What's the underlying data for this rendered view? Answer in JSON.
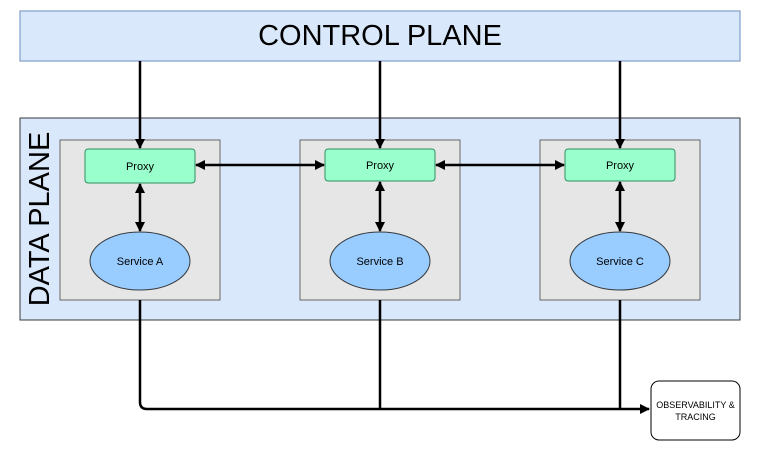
{
  "control_plane": {
    "label": "CONTROL PLANE"
  },
  "data_plane": {
    "label": "DATA PLANE"
  },
  "nodes": [
    {
      "proxy_label": "Proxy",
      "service_label": "Service A"
    },
    {
      "proxy_label": "Proxy",
      "service_label": "Service B"
    },
    {
      "proxy_label": "Proxy",
      "service_label": "Service C"
    }
  ],
  "observability": {
    "label_line1": "OBSERVABILITY &",
    "label_line2": "TRACING"
  },
  "colors": {
    "plane_fill": "#dae8fc",
    "plane_stroke": "#6c8ebf",
    "node_fill": "#e6e6e6",
    "node_stroke": "#666666",
    "proxy_fill": "#99ffcc",
    "proxy_stroke": "#2f8f5f",
    "service_fill": "#99ccff",
    "service_stroke": "#36393d",
    "arrow": "#000000"
  }
}
